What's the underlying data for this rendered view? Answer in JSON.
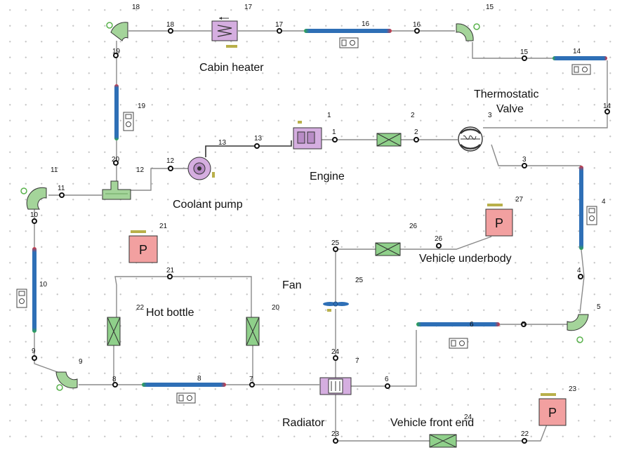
{
  "labels": {
    "cabin_heater": "Cabin heater",
    "thermostatic_valve_line1": "Thermostatic",
    "thermostatic_valve_line2": "Valve",
    "engine": "Engine",
    "coolant_pump": "Coolant pump",
    "vehicle_underbody": "Vehicle underbody",
    "fan": "Fan",
    "hot_bottle": "Hot bottle",
    "radiator": "Radiator",
    "vehicle_front_end": "Vehicle front end"
  },
  "component_ids": {
    "bend_18": "18",
    "heater_17": "17",
    "pipe_16": "16",
    "bend_15": "15",
    "pipe_14": "14",
    "pipe_19": "19",
    "engine_1": "1",
    "exchanger_2": "2",
    "valve_3": "3",
    "tee_11": "11",
    "pump_12": "12",
    "pipe_4": "4",
    "bend_5": "5",
    "pipe_6": "6",
    "radiator_7": "7",
    "pipe_8": "8",
    "bend_9": "9",
    "pipe_10": "10",
    "exchanger_20": "20",
    "hot_bottle_22": "22",
    "pressure_21": "21",
    "pressure_27": "27",
    "exchanger_26": "26",
    "fan_25": "25",
    "pressure_23": "23",
    "exchanger_24": "24"
  },
  "port_labels": {
    "p18": "18",
    "p17": "17",
    "p16": "16",
    "p15": "15",
    "p14": "14",
    "p19": "19",
    "p20": "20",
    "p12": "12",
    "p13": "13",
    "p1": "1",
    "p2": "2",
    "p3": "3",
    "p11": "11",
    "p10": "10",
    "p9": "9",
    "p8a": "8",
    "p8b": "8",
    "p7": "7",
    "p6a": "6",
    "p6b": "6",
    "p5": "5",
    "p4": "4",
    "p21": "21",
    "p25": "25",
    "p26": "26",
    "p24": "24",
    "p23": "23",
    "p22": "22"
  },
  "pressure_symbol": "P",
  "colors": {
    "pipe_body": "#2e6fb6",
    "pipe_inlet": "#2ea84a",
    "pipe_outlet": "#d8343c",
    "bend_fill": "#a4d49a",
    "exchanger_fill": "#8fd08a",
    "heater_fill": "#d5aee0",
    "pressure_fill": "#f2a0a0",
    "node_fill": "#ffffff"
  },
  "icons": [
    "bend-icon",
    "heat-exchanger-icon",
    "pipe-icon",
    "pressure-source-icon",
    "pump-icon",
    "engine-icon",
    "fan-icon",
    "radiator-icon",
    "thermostat-icon",
    "sensor-icon"
  ]
}
